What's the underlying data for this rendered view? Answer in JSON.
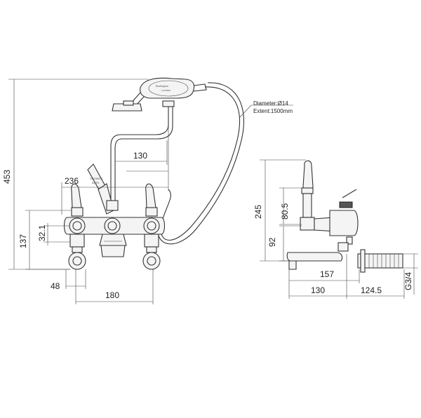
{
  "dimensions": {
    "height_total": "453",
    "width_236": "236",
    "offset_130": "130",
    "height_137": "137",
    "height_32_1": "32.1",
    "offset_48": "48",
    "centres_180": "180",
    "side_245": "245",
    "side_80_5": "80.5",
    "side_92": "92",
    "side_157": "157",
    "side_130": "130",
    "side_124_5": "124.5",
    "thread": "G3/4"
  },
  "hose_note": {
    "diameter": "Diameter:Ø14",
    "extent": "Extent:1500mm"
  },
  "handset_brand": [
    "Burlington",
    "London"
  ],
  "lever_labels": [
    "SHOWER",
    "BATH"
  ]
}
